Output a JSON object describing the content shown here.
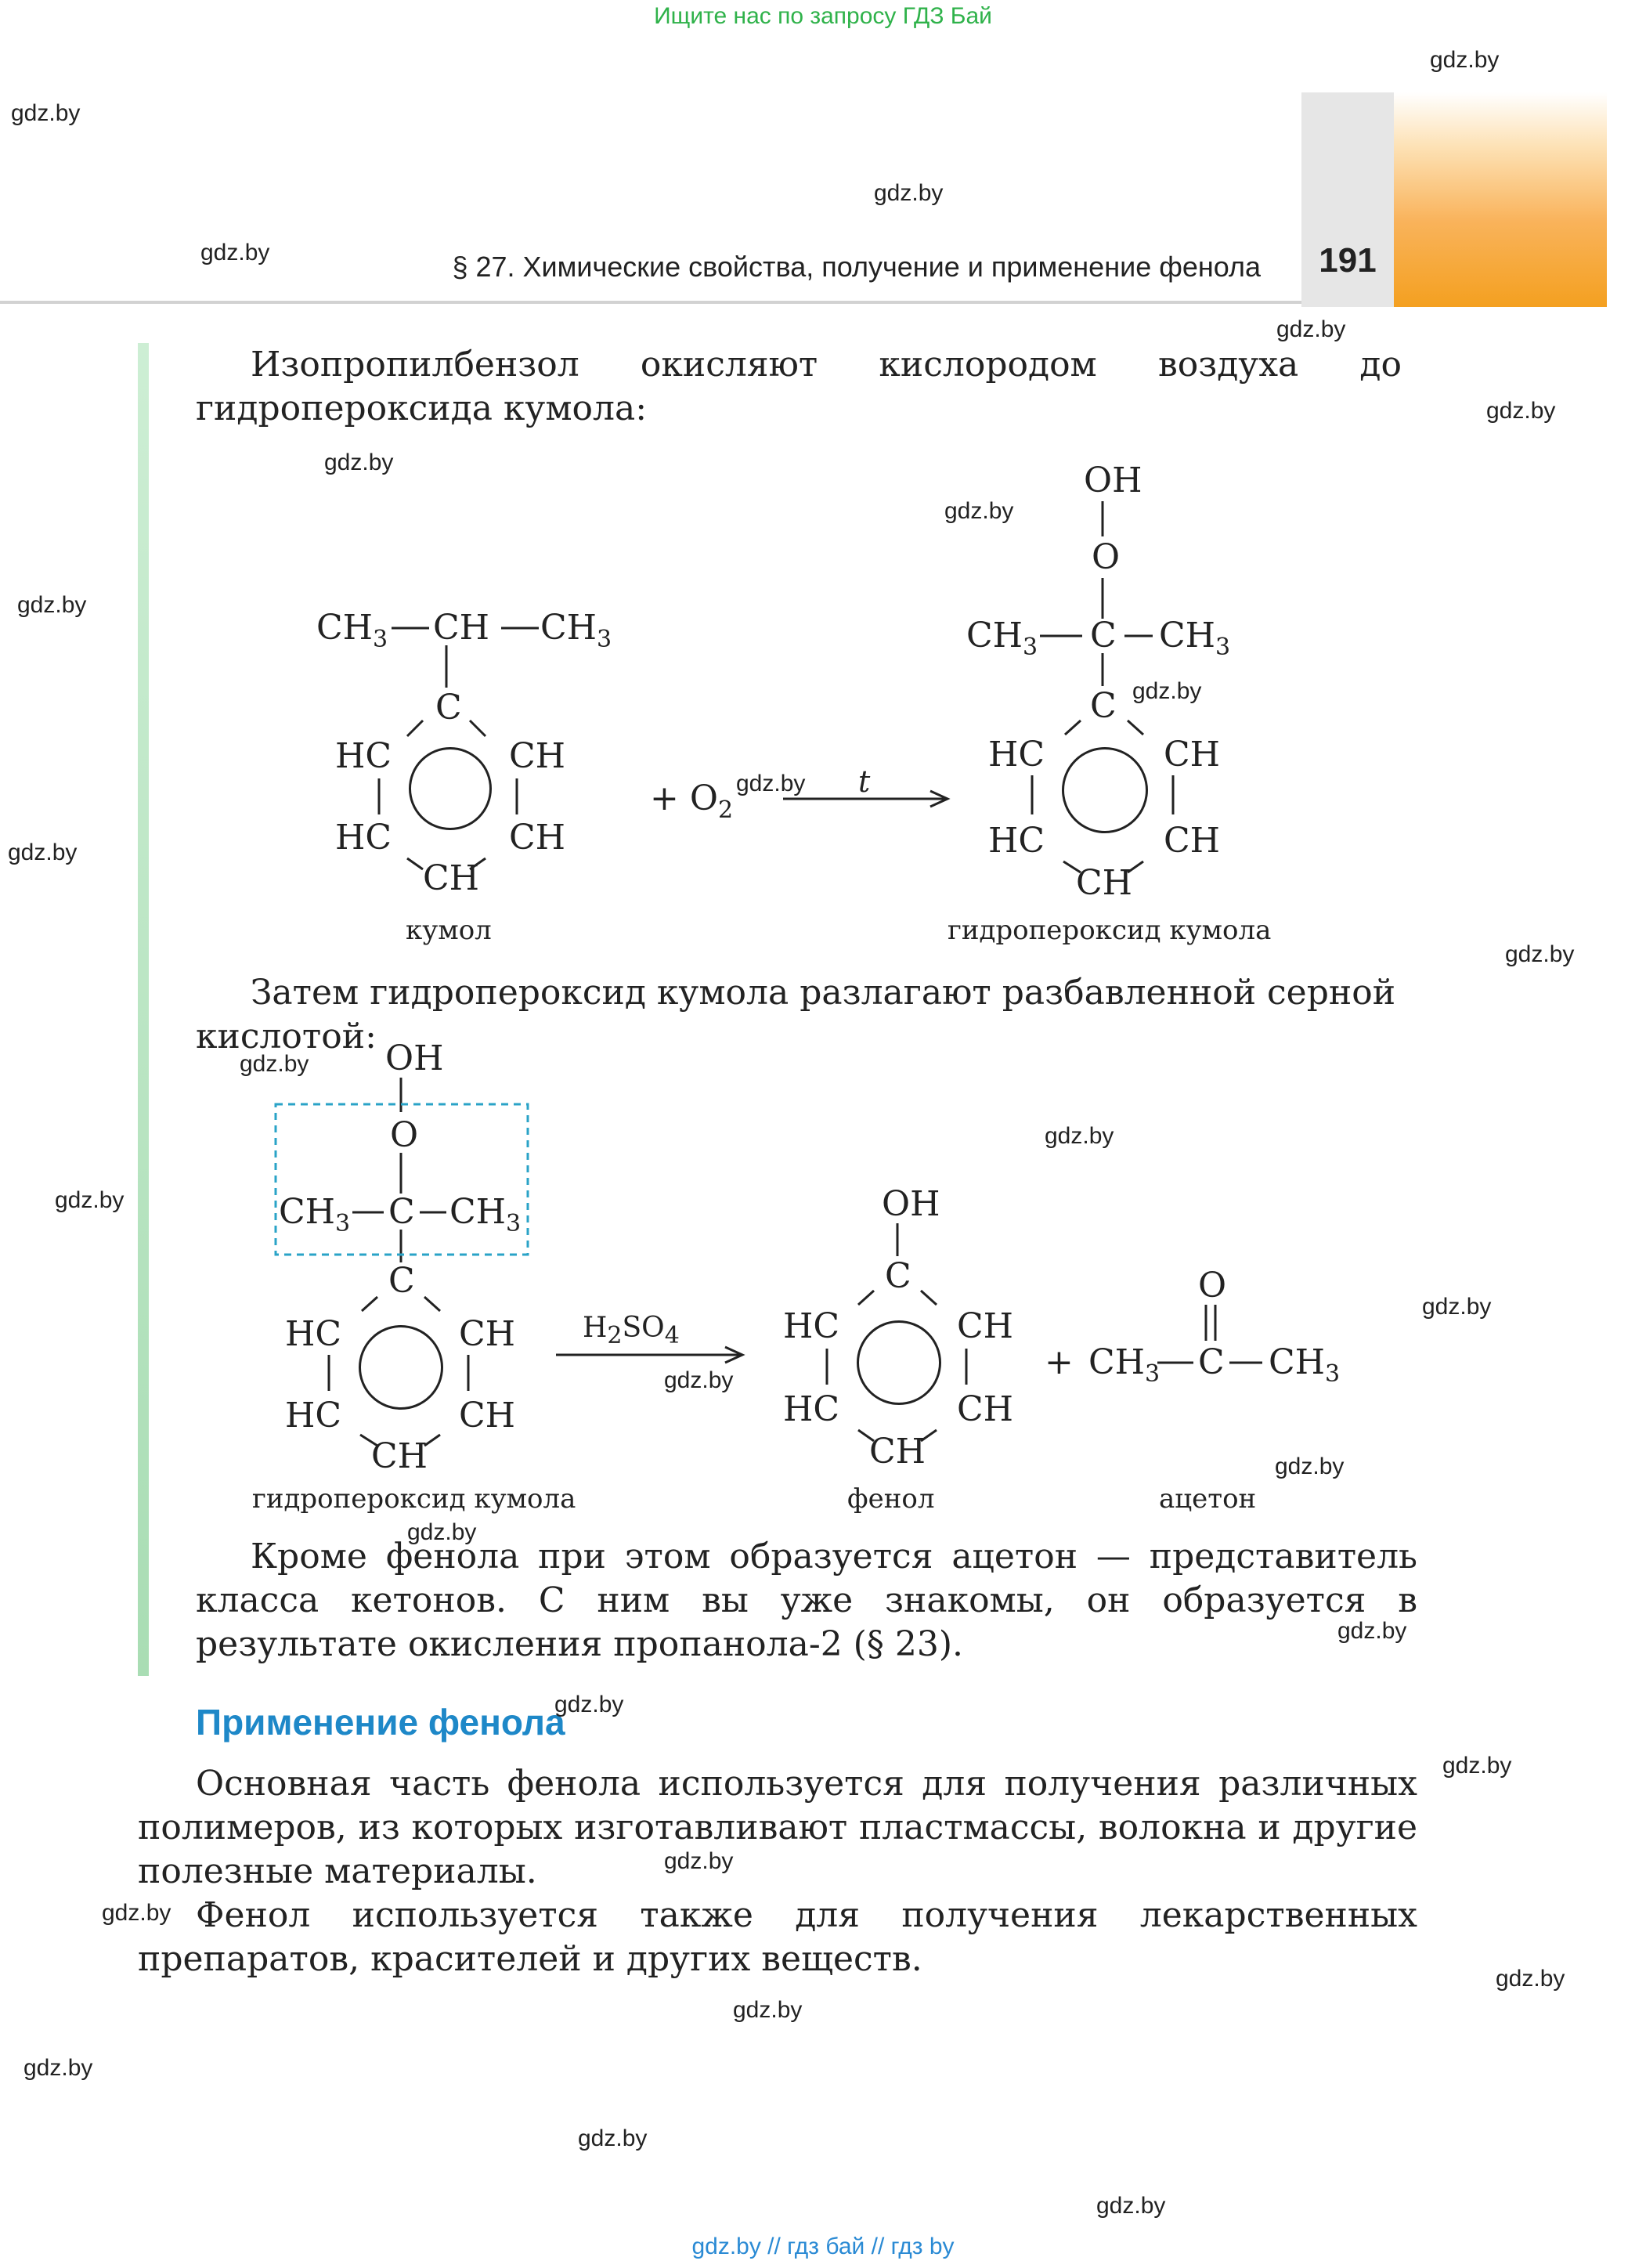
{
  "banners": {
    "top": "Ищите нас по запросу ГДЗ Бай",
    "bottom": "gdz.by  //  гдз бай  //  гдз by"
  },
  "header": {
    "running_title": "§ 27. Химические свойства, получение и применение фенола",
    "page_number": "191"
  },
  "watermark": "gdz.by",
  "paragraphs": {
    "p1": "Изопропилбензол окисляют кислородом воздуха до гидропероксида кумола:",
    "p2": "Затем гидропероксид кумола разлагают разбавленной серной кислотой:",
    "p3": "Кроме фенола при этом образуется ацетон — представитель класса кетонов. С ним вы уже знакомы, он образуется в результате окисления пропанола-2 (§ 23).",
    "p4": "Основная часть фенола используется для получения различных полимеров, из которых изготавливают пластмассы, волокна и другие полезные материалы.",
    "p5": "Фенол используется также для получения лекарственных препаратов, красителей и других веществ."
  },
  "section_heading": "Применение фенола",
  "reaction1": {
    "reagent": "+ O",
    "reagent_sub": "2",
    "condition": "t",
    "reactant_caption": "кумол",
    "product_caption": "гидропероксид кумола"
  },
  "reaction2": {
    "catalyst": "H",
    "catalyst_sub1": "2",
    "catalyst_mid": "SO",
    "catalyst_sub2": "4",
    "plus": "+",
    "reactant_caption": "гидропероксид кумола",
    "product1_caption": "фенол",
    "product2_caption": "ацетон"
  },
  "atoms": {
    "CH3": "CH",
    "sub3": "3",
    "CH": "CH",
    "HC": "HC",
    "C": "C",
    "O": "O",
    "OH": "OH"
  },
  "colors": {
    "banner_top": "#2fb24a",
    "banner_bottom": "#2a8ad4",
    "heading": "#1e88c8",
    "sidebar": "#a9ddb4",
    "page_tab": "#f4a020",
    "highlight_box": "#2aa3c7"
  }
}
